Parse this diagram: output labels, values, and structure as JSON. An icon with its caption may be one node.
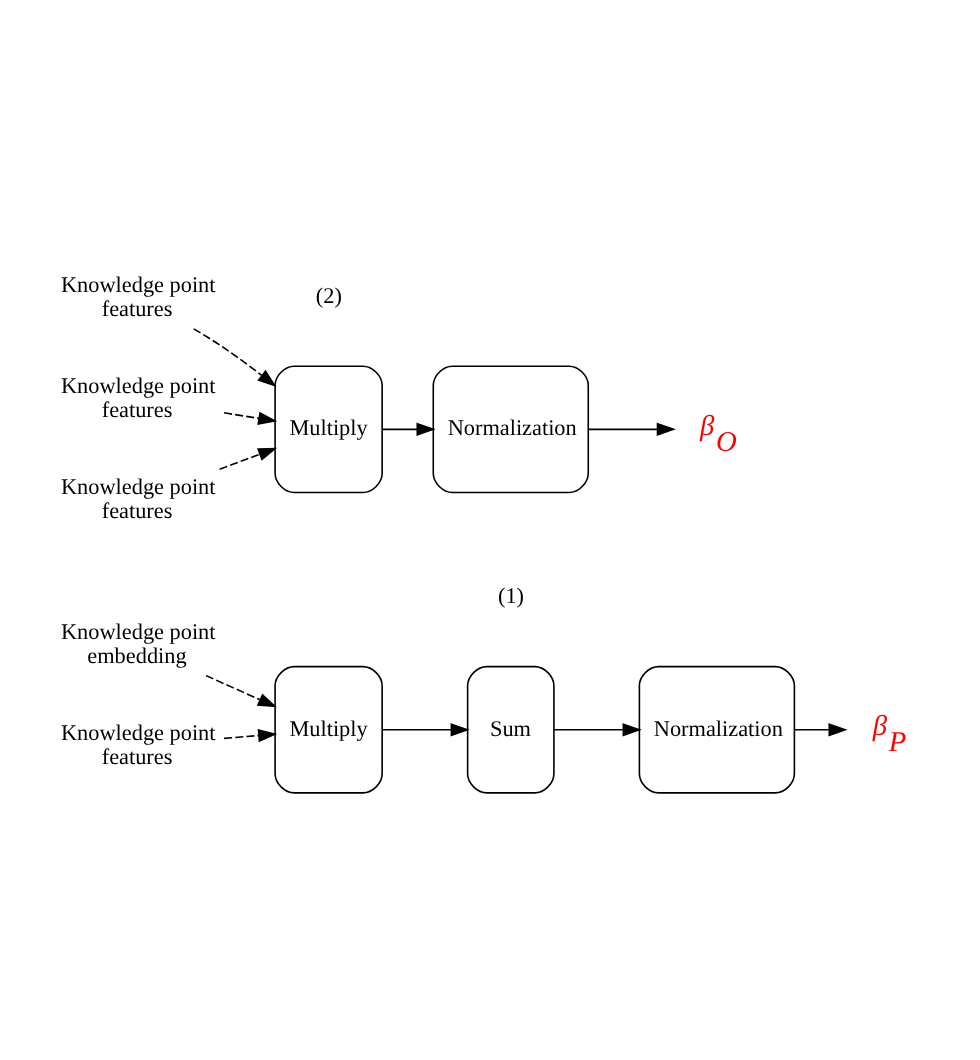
{
  "diagram": {
    "nodes": [
      {
        "text": [
          "Knowledge point embedding"
        ]
      },
      {
        "text": [
          "Knowledge point features"
        ]
      },
      {
        "text": [
          "Multiply"
        ]
      },
      {
        "text": [
          "Sum"
        ]
      },
      {
        "text": [
          "Normalization"
        ]
      },
      {
        "text": [
          "β$_{P}$"
        ]
      },
      {
        "text": [
          "Knowledge point features"
        ]
      },
      {
        "text": [
          "Knowledge point features"
        ]
      },
      {
        "text": [
          "Knowledge point features"
        ]
      },
      {
        "text": [
          "Multiply"
        ]
      },
      {
        "text": [
          "Normalization"
        ]
      },
      {
        "text": [
          "β$_{O}$"
        ]
      }
    ],
    "edges": [
      {
        "from": 0,
        "to": 2,
        "arrow": "to",
        "style": "dashed"
      },
      {
        "from": 1,
        "to": 2,
        "arrow": "to",
        "style": "dashed"
      },
      {
        "from": 2,
        "to": 3,
        "arrow": "to"
      },
      {
        "from": 3,
        "to": 4,
        "arrow": "to"
      },
      {
        "from": 4,
        "to": 5,
        "arrow": "to"
      },
      {
        "from": 6,
        "to": 9,
        "arrow": "to",
        "style": "dashed"
      },
      {
        "from": 7,
        "to": 9,
        "arrow": "to",
        "style": "dashed"
      },
      {
        "from": 8,
        "to": 9,
        "arrow": "to",
        "style": "dashed"
      },
      {
        "from": 9,
        "to": 10,
        "arrow": "to"
      },
      {
        "from": 10,
        "to": 11,
        "arrow": "to"
      }
    ],
    "labels": [
      "(1)",
      "(2)"
    ]
  }
}
